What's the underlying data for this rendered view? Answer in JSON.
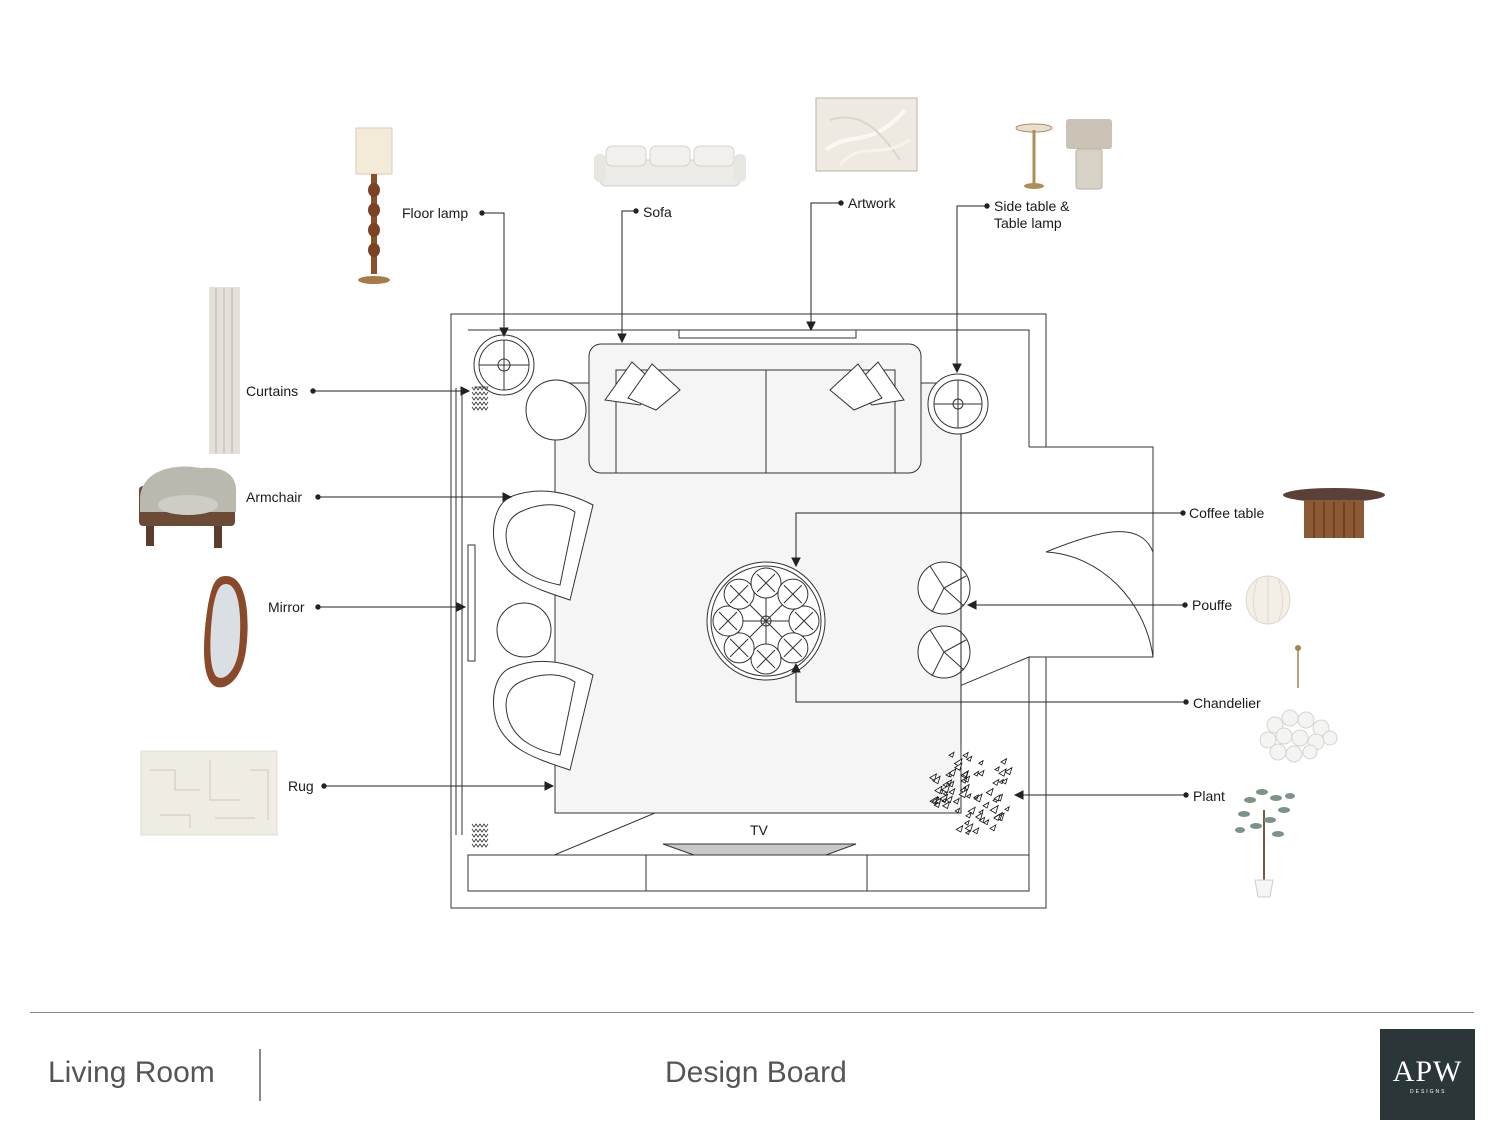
{
  "labels": {
    "floor_lamp": "Floor lamp",
    "sofa": "Sofa",
    "artwork": "Artwork",
    "side_table_1": "Side table &",
    "side_table_2": "Table lamp",
    "curtains": "Curtains",
    "armchair": "Armchair",
    "mirror": "Mirror",
    "rug": "Rug",
    "coffee_table": "Coffee table",
    "pouffe": "Pouffe",
    "chandelier": "Chandelier",
    "plant": "Plant",
    "tv": "TV"
  },
  "footer": {
    "room_name": "Living Room",
    "board_title": "Design Board",
    "logo_main": "APW",
    "logo_sub": "DESIGNS"
  },
  "colors": {
    "line": "#333333",
    "rug_fill": "#f4f5f4",
    "logo_bg": "#2b3639",
    "wood": "#7a4a2c",
    "linen": "#e4e0d8"
  }
}
